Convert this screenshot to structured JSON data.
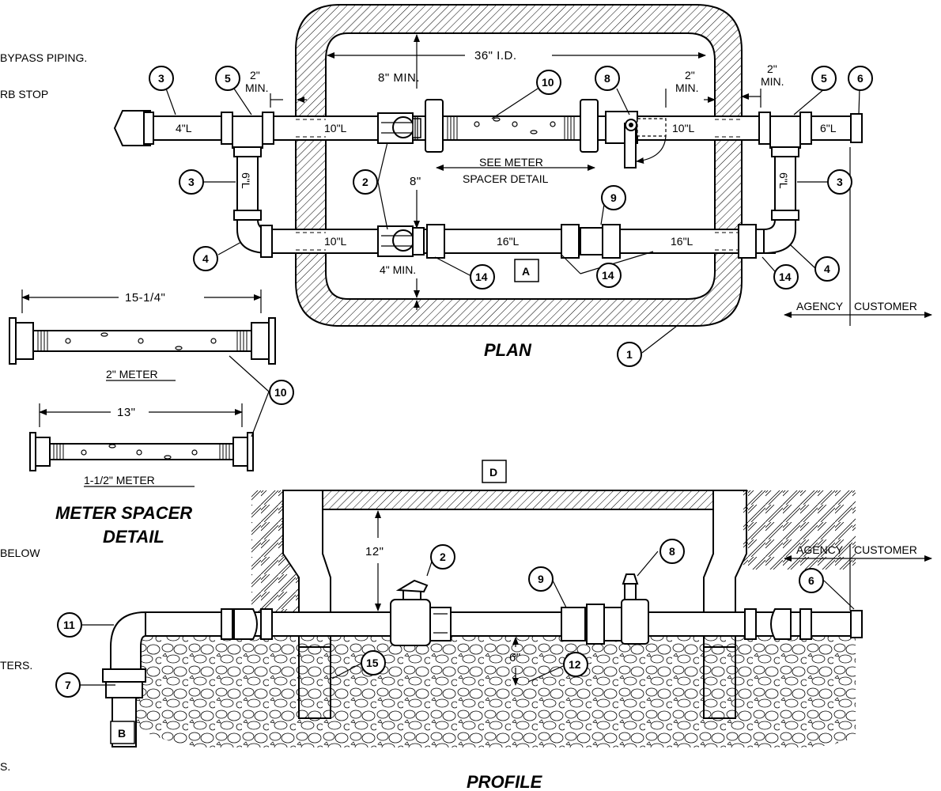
{
  "titles": {
    "plan": "PLAN",
    "profile": "PROFILE",
    "spacer_line1": "METER SPACER",
    "spacer_line2": "DETAIL"
  },
  "notes_fragments": {
    "n1": "BYPASS PIPING.",
    "n2": "RB STOP",
    "n3": "BELOW",
    "n4": "TERS.",
    "n5": "S."
  },
  "dimensions": {
    "id_36": "36\" I.D.",
    "min_8": "8\" MIN.",
    "min_2_left_a": "2\"",
    "min_2_left_b": "MIN.",
    "min_2_right_a": "2\"",
    "min_2_right_b": "MIN.",
    "min_2_mid_a": "2\"",
    "min_2_mid_b": "MIN.",
    "len_4": "4\"L",
    "len_10_a": "10\"L",
    "len_10_b": "10\"L",
    "len_10_c": "10\"L",
    "len_6_top": "6\"L",
    "len_6_left": "6\"L",
    "len_6_right": "6\"L",
    "len_16_a": "16\"L",
    "len_16_b": "16\"L",
    "eight": "8\"",
    "min_4": "4\" MIN.",
    "see_meter_1": "SEE METER",
    "see_meter_2": "SPACER DETAIL",
    "spacer_15": "15-1/4\"",
    "spacer_13": "13\"",
    "meter_2": "2\" METER",
    "meter_15": "1-1/2\" METER",
    "twelve": "12\"",
    "six": "6\""
  },
  "agency_customer": {
    "agency": "AGENCY",
    "customer": "CUSTOMER"
  },
  "boxes": {
    "a": "A",
    "b": "B",
    "d": "D"
  },
  "balloons": {
    "b1": "1",
    "b2": "2",
    "b3": "3",
    "b4": "4",
    "b5": "5",
    "b6": "6",
    "b7": "7",
    "b8": "8",
    "b9": "9",
    "b10": "10",
    "b11": "11",
    "b12": "12",
    "b14": "14",
    "b15": "15"
  }
}
